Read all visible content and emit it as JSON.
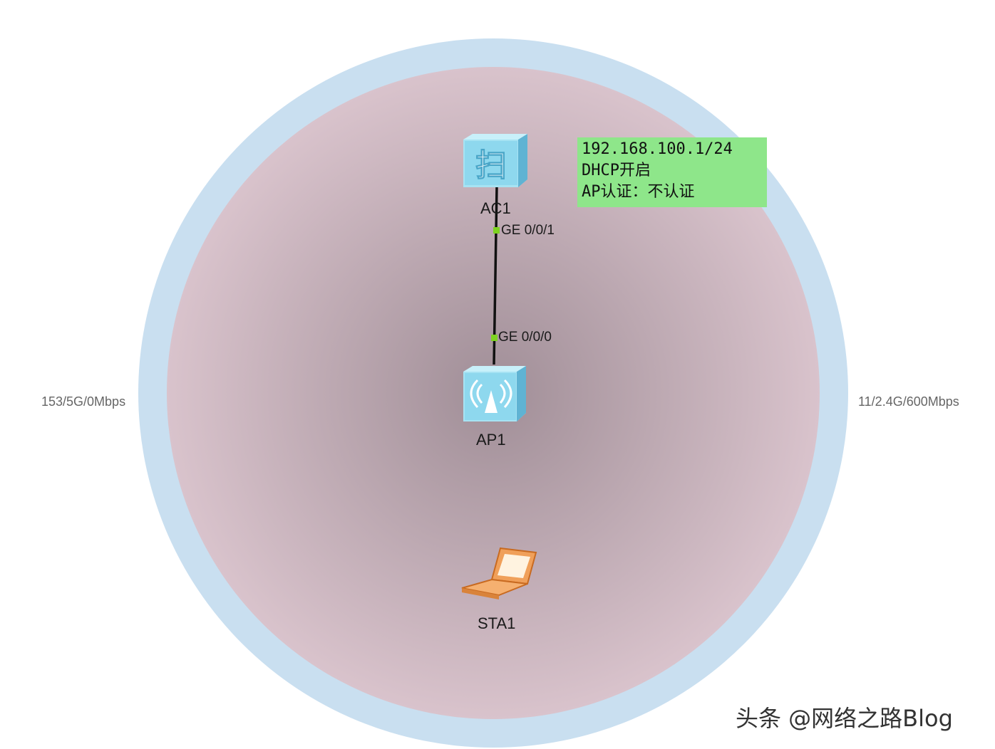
{
  "devices": {
    "ac": {
      "label": "AC1",
      "icon": "access-controller-icon"
    },
    "ap": {
      "label": "AP1",
      "icon": "wireless-ap-icon"
    },
    "sta": {
      "label": "STA1",
      "icon": "laptop-icon"
    }
  },
  "link": {
    "ac_port": "GE 0/0/1",
    "ap_port": "GE 0/0/0"
  },
  "radios": {
    "left": "153/5G/0Mbps",
    "right": "11/2.4G/600Mbps"
  },
  "note": {
    "lines": [
      "192.168.100.1/24",
      "DHCP开启",
      "AP认证：不认证"
    ],
    "color": "#8ee68a"
  },
  "watermark": "头条 @网络之路Blog",
  "colors": {
    "outer_ring": "#c9dff0",
    "inner_area": "#d4bfc8",
    "device": "#8ed8ee",
    "port": "#7ed321"
  }
}
